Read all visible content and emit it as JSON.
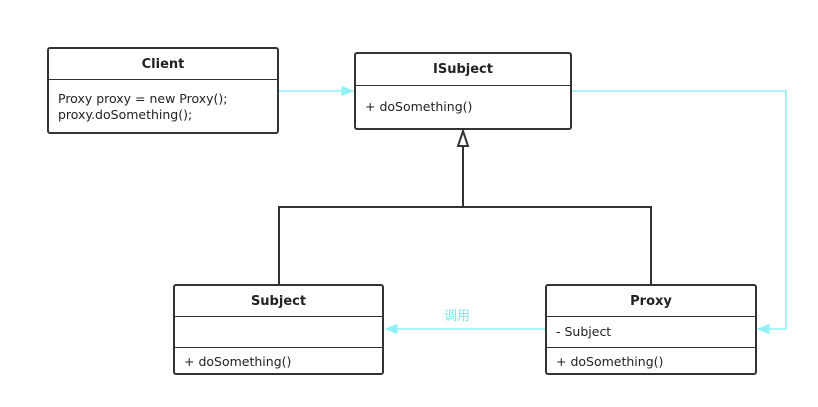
{
  "colors": {
    "box_border": "#333333",
    "call_arrow": "#8ff0f6",
    "label": "#7fe8f0"
  },
  "classes": {
    "client": {
      "name": "Client",
      "body": [
        "Proxy proxy = new Proxy();",
        "proxy.doSomething();"
      ]
    },
    "isubject": {
      "name": "ISubject",
      "methods": [
        "+ doSomething()"
      ]
    },
    "subject": {
      "name": "Subject",
      "attributes": [],
      "methods": [
        "+ doSomething()"
      ]
    },
    "proxy": {
      "name": "Proxy",
      "attributes": [
        "- Subject"
      ],
      "methods": [
        "+ doSomething()"
      ]
    }
  },
  "edges": {
    "proxy_to_subject_label": "调用"
  }
}
